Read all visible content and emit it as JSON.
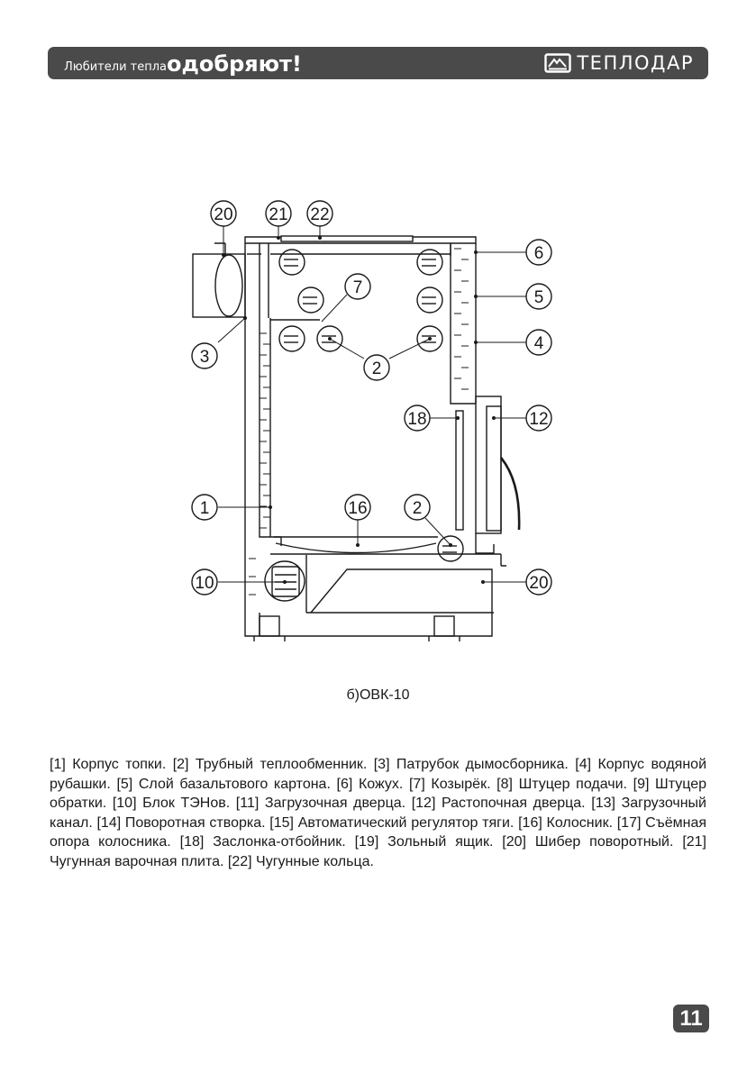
{
  "header": {
    "tagline_small": "Любители тепла",
    "tagline_big": "одобряют!",
    "brand": "ТЕПЛОДАР",
    "brand_icon": "brand-logo-icon",
    "color": "#4a4a4a"
  },
  "diagram": {
    "callouts": [
      "20",
      "21",
      "22",
      "6",
      "7",
      "5",
      "3",
      "2",
      "4",
      "18",
      "12",
      "1",
      "16",
      "2",
      "10",
      "20"
    ]
  },
  "caption": "б)ОВК-10",
  "legend": "[1]  Корпус топки. [2] Трубный теплообменник. [3] Патрубок дымосборника. [4] Корпус водяной рубашки.  [5] Слой базальтового картона. [6] Кожух. [7] Козырёк. [8] Штуцер подачи. [9] Штуцер обратки. [10] Блок ТЭНов. [11] Загрузочная дверца. [12] Растопочная дверца. [13] Загрузочный канал. [14] Поворотная створка. [15] Автоматический регулятор тяги. [16] Колосник. [17] Съёмная опора колосника. [18] Заслонка-отбойник. [19] Зольный ящик. [20] Шибер поворотный. [21] Чугунная варочная плита. [22] Чугунные кольца.",
  "page_number": "11"
}
